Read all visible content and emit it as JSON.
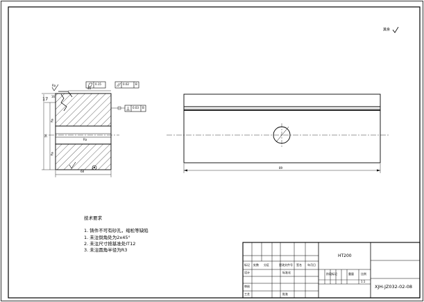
{
  "surface_finish": {
    "prefix": "其余"
  },
  "drawing": {
    "dims_left": {
      "d_17": "17",
      "d_16": "16",
      "d_56": "56",
      "d_46": "46",
      "d_ra_top": "Ra",
      "d_ra_left": "Ra",
      "d_ra_mid": "Ra",
      "d_ra_bot": "Ra",
      "d_68": "68"
    },
    "gdt": {
      "flatness_value": "0.15",
      "parallel_value": "0.02",
      "parallel_datum": "B",
      "perp_value": "0.03",
      "perp_datum": "B"
    },
    "dims_right": {
      "width": "89"
    }
  },
  "notes": {
    "title": "技术要求",
    "items": [
      "1. 铸件不可有砂孔，缩松等缺陷",
      "1. 未注倒角处为2x45°",
      "2. 未注尺寸按基准处IT12",
      "3. 未注圆角半径为R3"
    ]
  },
  "title_block": {
    "material": "HT200",
    "drawing_no": "XJH-JZ032-02-08",
    "labels": {
      "mark": "标记",
      "count": "处数",
      "zone": "分区",
      "change_doc": "更改文件号",
      "sign": "签名",
      "date": "年月日",
      "design": "设计",
      "standardize": "标准化",
      "stage_mark": "阶段标记",
      "weight": "重量",
      "scale": "比例",
      "review": "审核",
      "process": "工艺",
      "approve": "批准",
      "scale_value": "1:1"
    }
  }
}
